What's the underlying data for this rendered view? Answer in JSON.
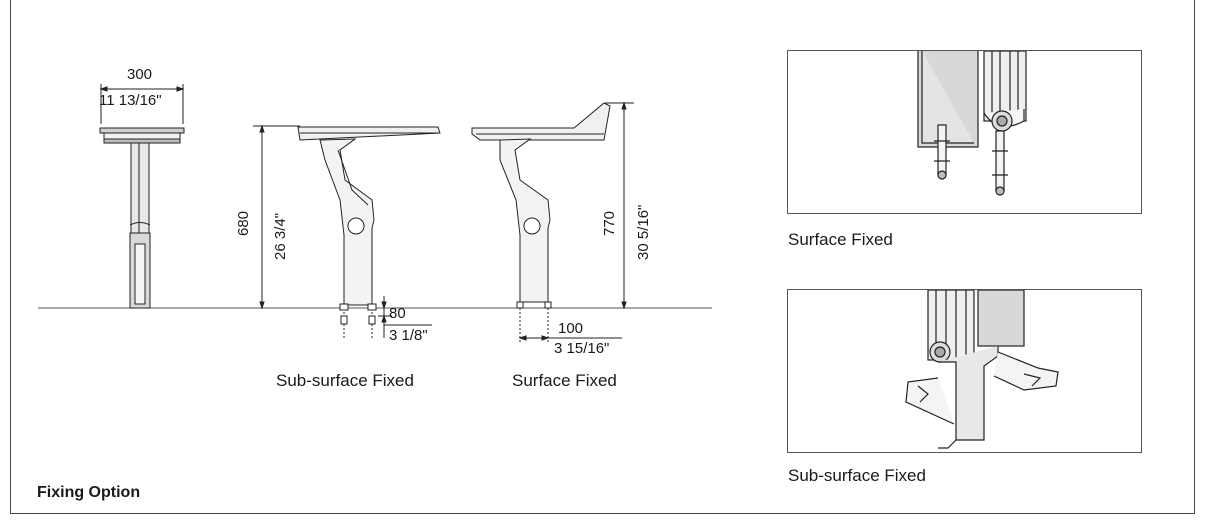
{
  "title": "Fixing Option",
  "front_view": {
    "width_mm": "300",
    "width_in": "11 13/16\""
  },
  "sub_surface_view": {
    "caption": "Sub-surface Fixed",
    "height_mm": "680",
    "height_in": "26 3/4\"",
    "depth_mm": "80",
    "depth_in": "3 1/8\""
  },
  "surface_view": {
    "caption": "Surface Fixed",
    "height_mm": "770",
    "height_in": "30 5/16\"",
    "spacing_mm": "100",
    "spacing_in": "3 15/16\""
  },
  "photos": {
    "surface_caption": "Surface Fixed",
    "sub_surface_caption": "Sub-surface Fixed"
  }
}
